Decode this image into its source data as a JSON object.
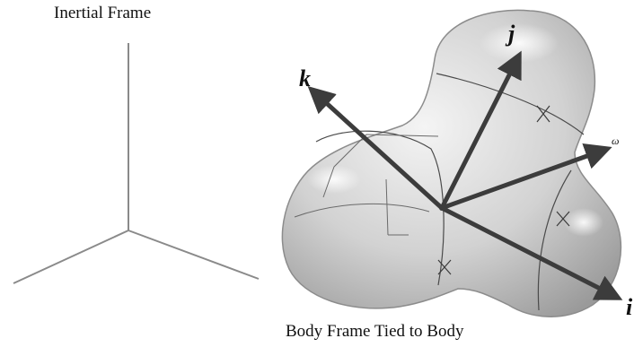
{
  "labels": {
    "inertial_frame": "Inertial Frame",
    "body_frame": "Body Frame Tied to Body"
  },
  "axes": {
    "k": "k",
    "j": "j",
    "i": "i",
    "omega": "ω"
  },
  "colors": {
    "background": "#ffffff",
    "inertial_axes": "#8a8a8a",
    "body_axes": "#3c3c3c",
    "body_surface": "#d6d6d6",
    "text": "#111111"
  }
}
